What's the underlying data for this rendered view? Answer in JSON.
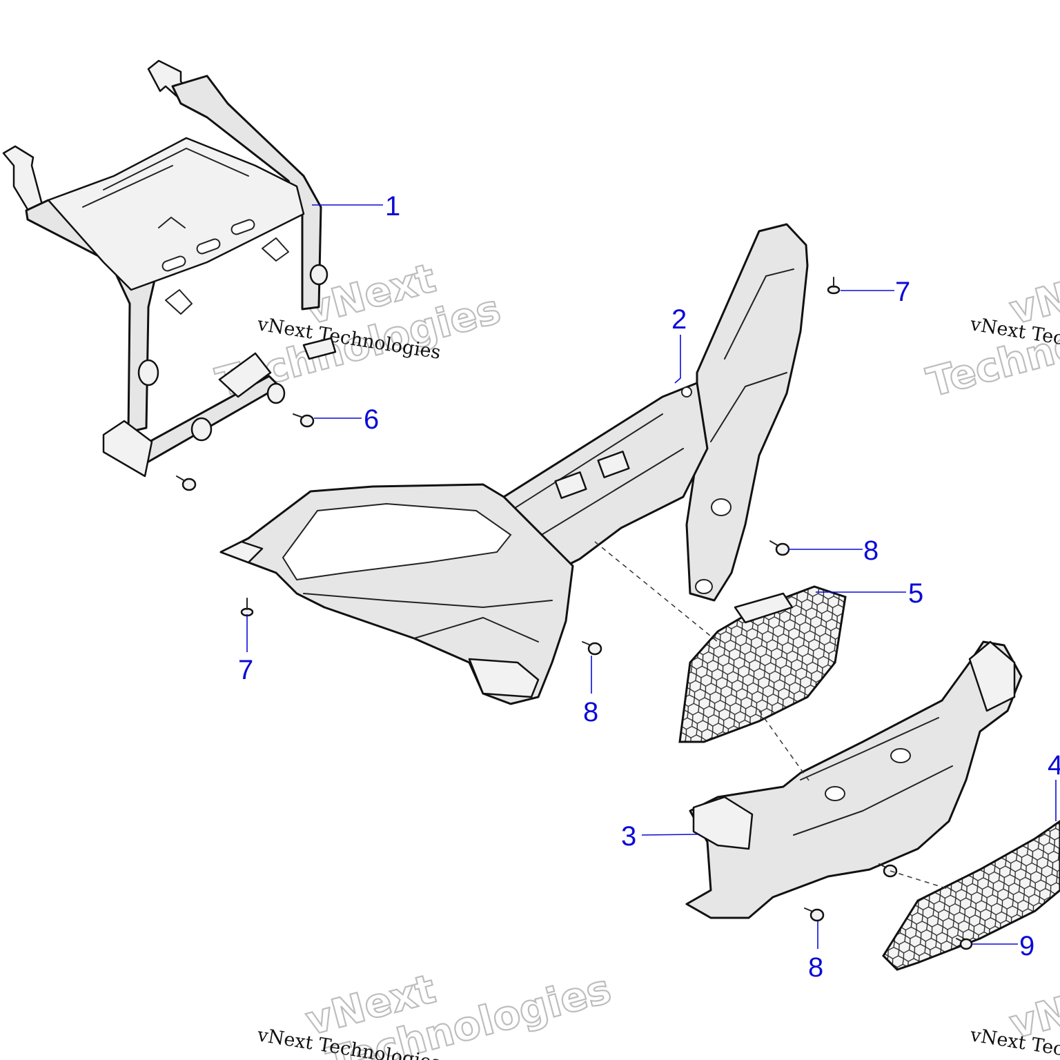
{
  "diagram": {
    "callouts": [
      {
        "id": "c1",
        "label": "1"
      },
      {
        "id": "c2",
        "label": "2"
      },
      {
        "id": "c3",
        "label": "3"
      },
      {
        "id": "c4",
        "label": "4"
      },
      {
        "id": "c5",
        "label": "5"
      },
      {
        "id": "c6",
        "label": "6"
      },
      {
        "id": "c7a",
        "label": "7"
      },
      {
        "id": "c7b",
        "label": "7"
      },
      {
        "id": "c8a",
        "label": "8"
      },
      {
        "id": "c8b",
        "label": "8"
      },
      {
        "id": "c8c",
        "label": "8"
      },
      {
        "id": "c9",
        "label": "9"
      }
    ],
    "watermark": {
      "brand": "vNext",
      "word": "Technologies",
      "full": "vNext Technologies"
    },
    "colors": {
      "callout": "#0a0ad8",
      "part_fill": "#e6e6e6",
      "outline": "#111111",
      "watermark_outline": "#bdbdbd"
    }
  }
}
